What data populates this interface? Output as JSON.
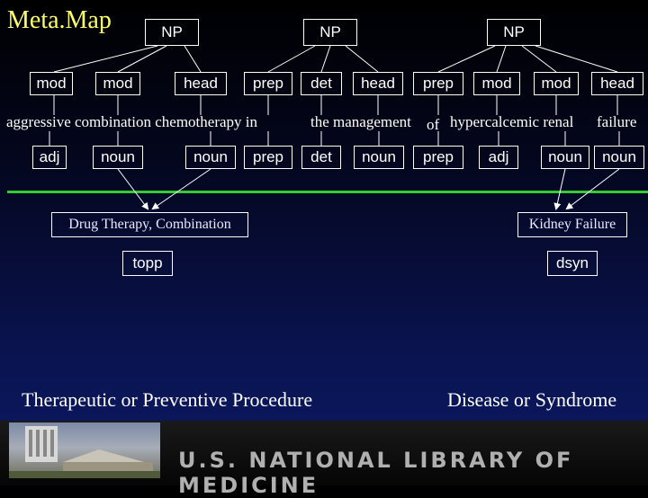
{
  "title": "Meta.Map",
  "np_labels": [
    "NP",
    "NP",
    "NP"
  ],
  "roles": [
    "mod",
    "mod",
    "head",
    "prep",
    "det",
    "head",
    "prep",
    "mod",
    "mod",
    "head"
  ],
  "words": {
    "phrase1": "aggressive combination chemotherapy  in",
    "phrase2": "the  management",
    "of": "of",
    "phrase3": "hypercalcemic renal",
    "failure": "failure"
  },
  "pos_tags": [
    "adj",
    "noun",
    "noun",
    "prep",
    "det",
    "noun",
    "prep",
    "adj",
    "noun",
    "noun"
  ],
  "concepts": [
    "Drug Therapy, Combination",
    "Kidney Failure"
  ],
  "semtype_abbrevs": [
    "topp",
    "dsyn"
  ],
  "semtypes": [
    "Therapeutic or Preventive Procedure",
    "Disease or Syndrome"
  ],
  "footer": "U.S. NATIONAL LIBRARY OF MEDICINE",
  "colors": {
    "title": "#ffff66",
    "separator": "#33cc33",
    "background": "#0a1452"
  }
}
